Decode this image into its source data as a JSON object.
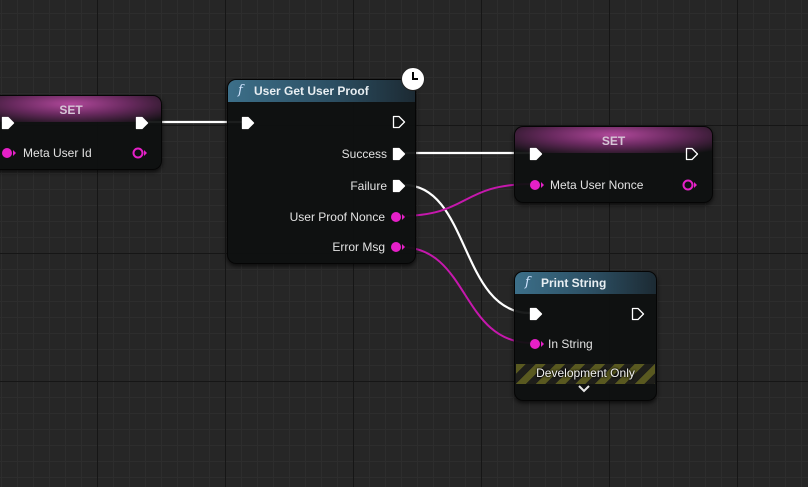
{
  "nodes": {
    "set_left": {
      "title": "SET",
      "pin": "Meta User Id"
    },
    "get_proof": {
      "title": "User Get User Proof",
      "outputs": [
        "Success",
        "Failure",
        "User Proof Nonce",
        "Error Msg"
      ]
    },
    "set_right": {
      "title": "SET",
      "pin": "Meta User Nonce"
    },
    "print_string": {
      "title": "Print String",
      "pin": "In String",
      "dev_label": "Development Only"
    }
  },
  "colors": {
    "exec": "#ffffff",
    "string_pin": "#e620c8",
    "func_header": "#3c6f89",
    "set_header": "#b0489a",
    "background": "#262626"
  },
  "icons": {
    "function": "function-f-icon",
    "latent": "clock-icon",
    "expand": "chevron-down-icon"
  }
}
